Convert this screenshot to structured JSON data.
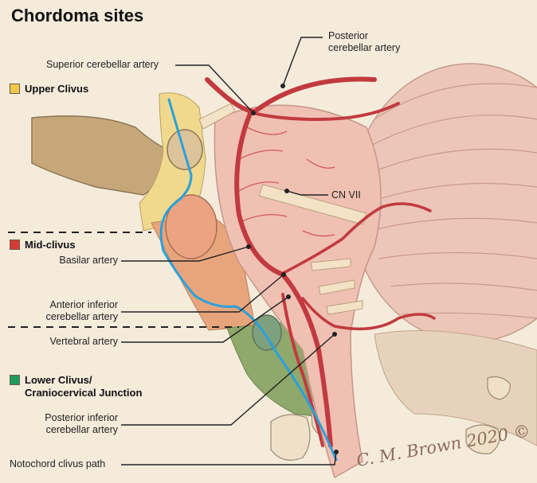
{
  "title": "Chordoma sites",
  "legend": [
    {
      "key": "upper",
      "label": "Upper Clivus",
      "color": "#f1c84b"
    },
    {
      "key": "mid",
      "label": "Mid-clivus",
      "color": "#d63a36"
    },
    {
      "key": "lower",
      "label_lines": [
        "Lower Clivus/",
        "Craniocervical Junction"
      ],
      "color": "#1f9a5a"
    }
  ],
  "labels": {
    "posterior_cerebellar_artery": [
      "Posterior",
      "cerebellar artery"
    ],
    "superior_cerebellar_artery": "Superior cerebellar artery",
    "cn_vii": "CN VII",
    "basilar_artery": "Basilar artery",
    "aica": [
      "Anterior inferior",
      "cerebellar artery"
    ],
    "vertebral_artery": "Vertebral artery",
    "pica": [
      "Posterior inferior",
      "cerebellar artery"
    ],
    "notochord_path": "Notochord clivus path"
  },
  "signature": "C. M. Brown 2020 ©",
  "colors": {
    "background": "#f4ebdb",
    "upper_zone": "#f1d98a",
    "mid_zone": "#e9a87a",
    "lower_zone": "#8fa66b",
    "artery": "#c23a3f",
    "notochord": "#2aa0dc",
    "brainstem": "#efbcb1",
    "cerebellum": "#ecc4b6"
  }
}
